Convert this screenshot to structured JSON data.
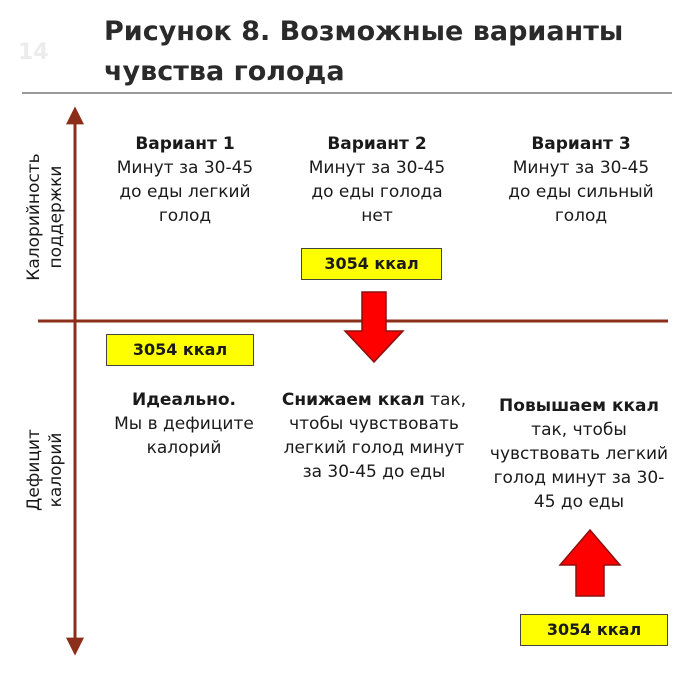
{
  "page_number": "14",
  "title": {
    "line1": "Рисунок 8. Возможные варианты",
    "line2": "чувства голода"
  },
  "axis": {
    "top_label_line1": "Калорийность",
    "top_label_line2": "поддержки",
    "bottom_label_line1": "Дефицит",
    "bottom_label_line2": "калорий"
  },
  "variants": [
    {
      "heading": "Вариант 1",
      "lines": [
        "Минут за 30-45",
        "до еды легкий",
        "голод"
      ]
    },
    {
      "heading": "Вариант 2",
      "lines": [
        "Минут за 30-45",
        "до еды голода",
        "нет"
      ]
    },
    {
      "heading": "Вариант 3",
      "lines": [
        "Минут за 30-45",
        "до еды сильный",
        "голод"
      ]
    }
  ],
  "badges": {
    "left": "3054 ккал",
    "middle": "3054 ккал",
    "right": "3054 ккал"
  },
  "actions": {
    "ideal": {
      "bold": "Идеально.",
      "lines": [
        "Мы в дефиците",
        "калорий"
      ]
    },
    "reduce": {
      "bold": "Снижаем ккал",
      "rest_line1": " так,",
      "lines": [
        "чтобы чувствовать",
        "легкий голод минут",
        "за 30-45 до еды"
      ]
    },
    "increase": {
      "bold": "Повышаем ккал",
      "lines": [
        "так, чтобы",
        "чувствовать легкий",
        "голод минут за 30-",
        "45 до еды"
      ]
    }
  },
  "colors": {
    "axis": "#8b2e1a",
    "arrow": "#ff0000",
    "badge": "#ffff00"
  },
  "icons": {
    "down_arrow": "arrow-down-icon",
    "up_arrow": "arrow-up-icon"
  }
}
